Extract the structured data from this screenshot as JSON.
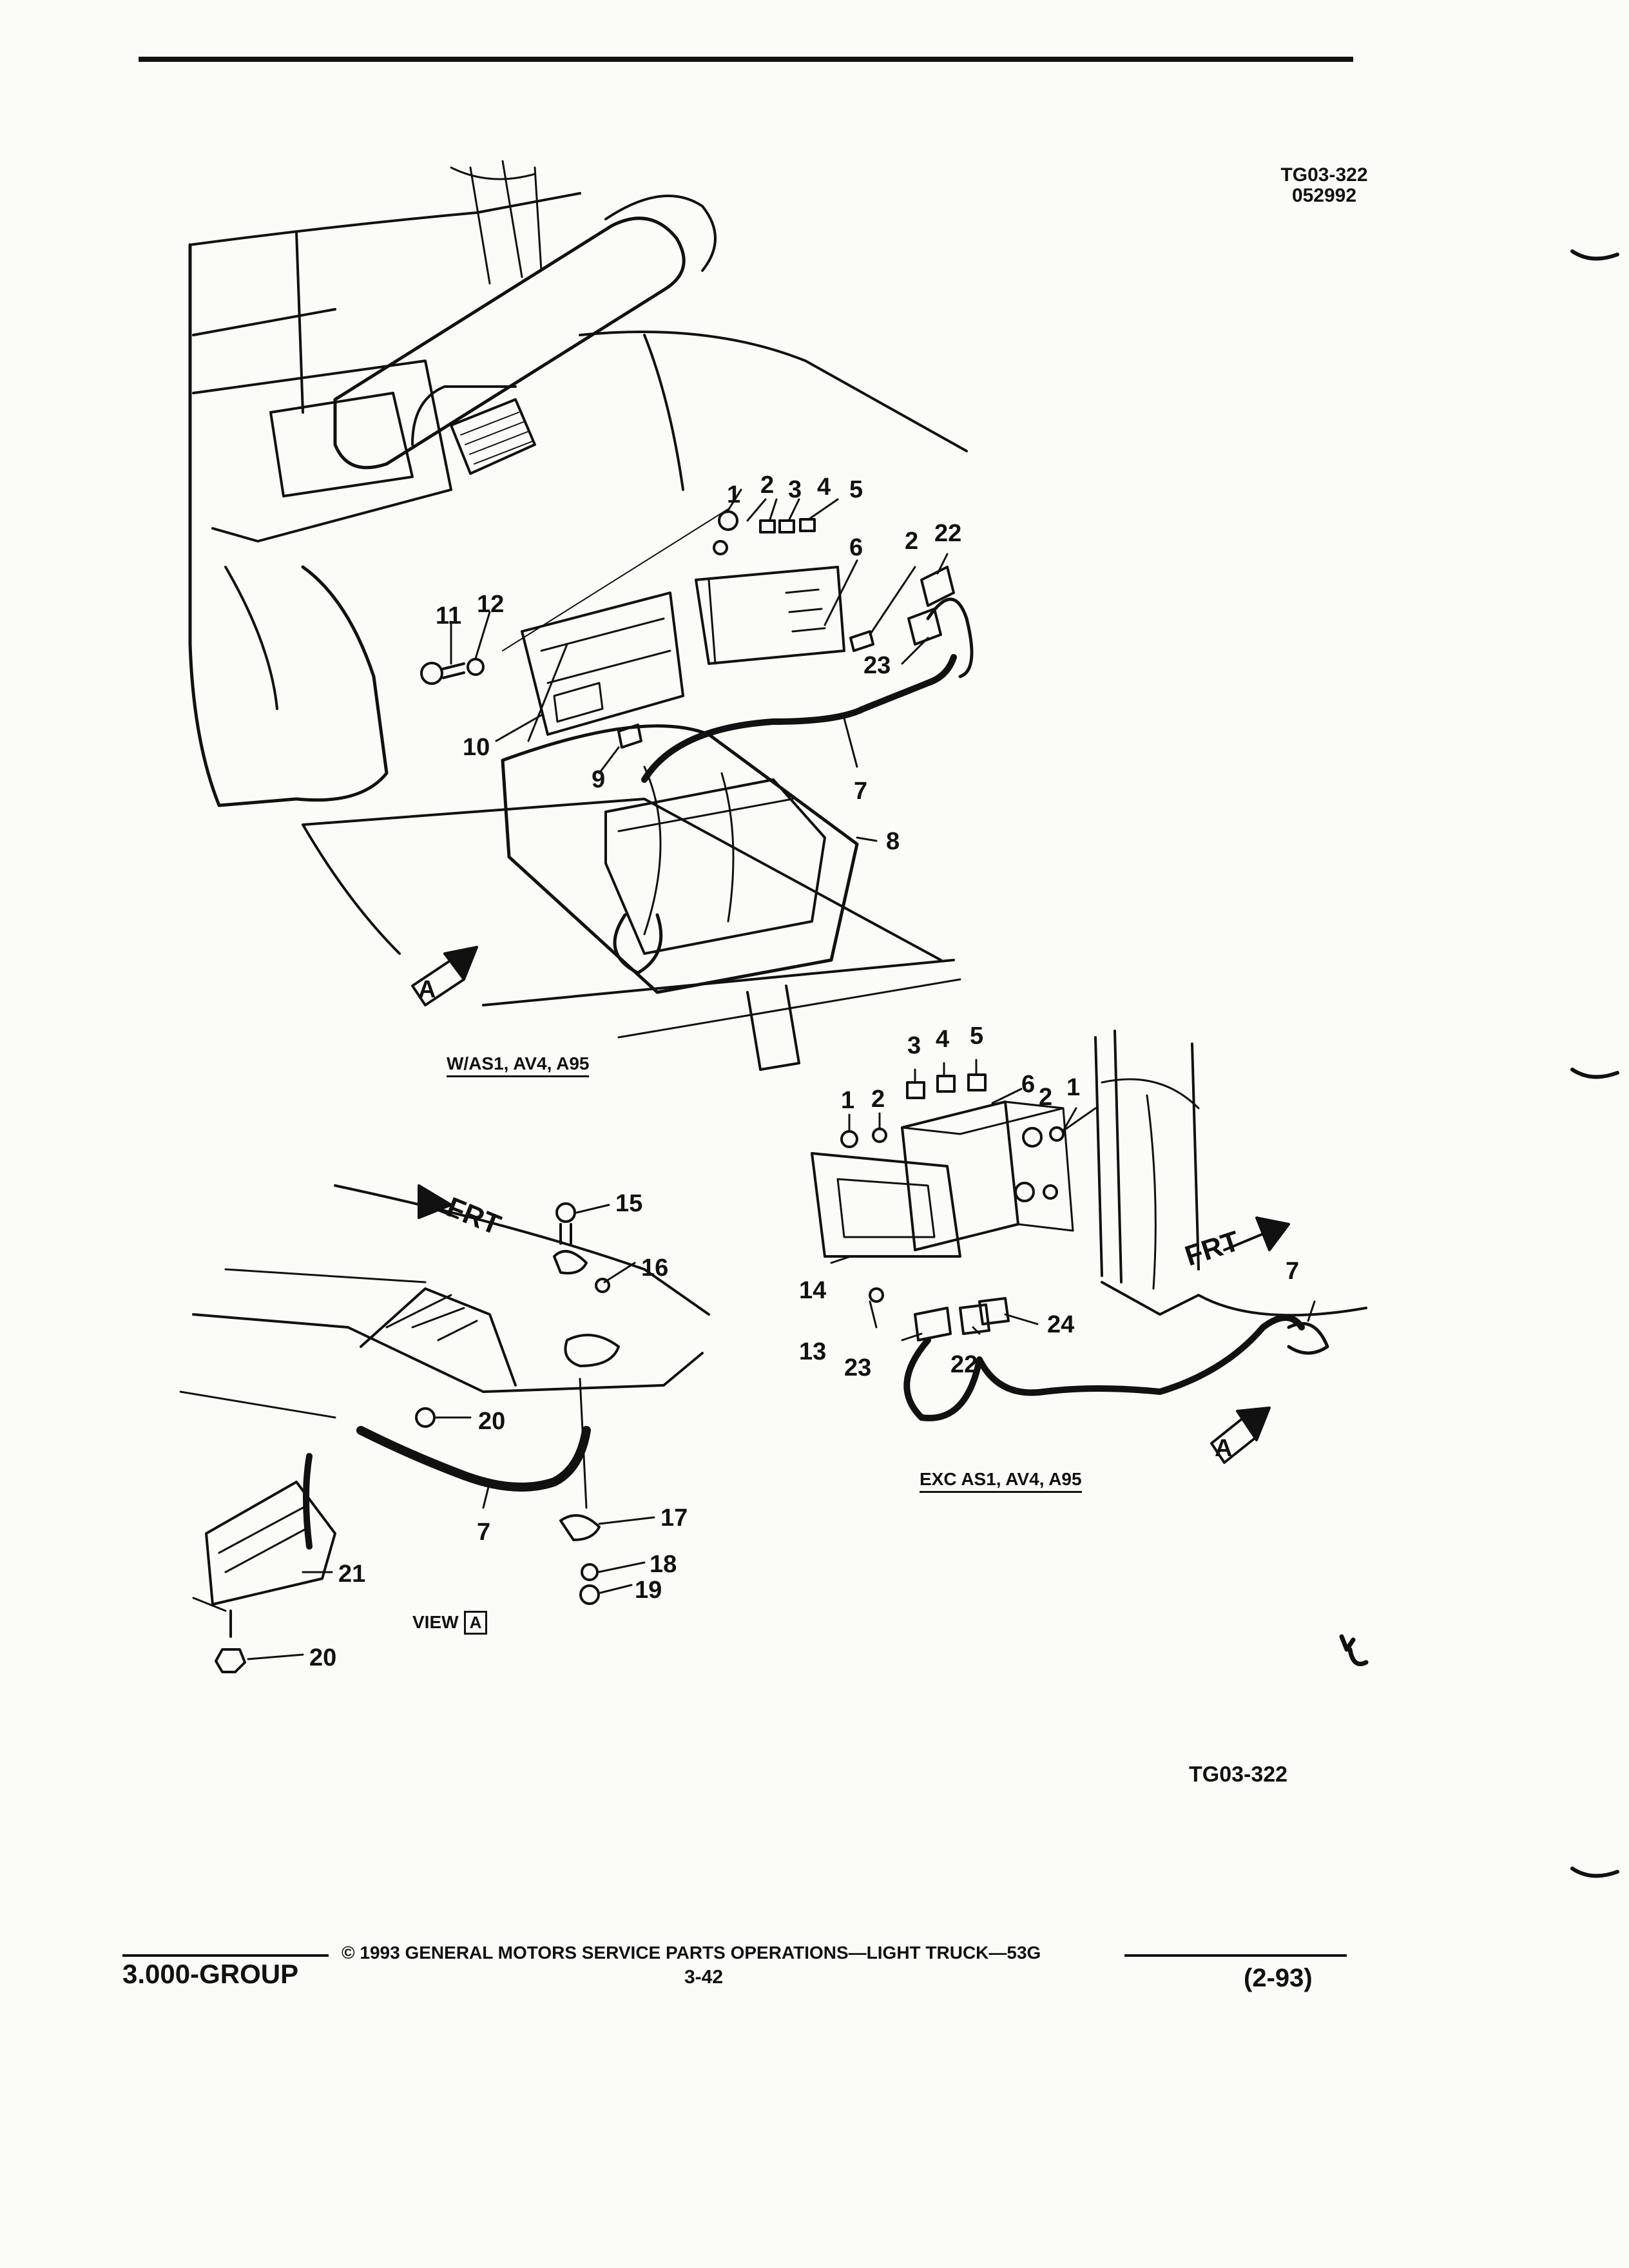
{
  "header": {
    "drawing_ref": "TG03-322",
    "drawing_date": "052992"
  },
  "captions": {
    "left_view": "W/AS1, AV4, A95",
    "right_view": "EXC AS1, AV4, A95",
    "view_label": "VIEW",
    "view_letter": "A",
    "bottom_ref": "TG03-322"
  },
  "direction_labels": {
    "front": "FRT",
    "view_marker": "A"
  },
  "callouts": {
    "top": [
      "1",
      "2",
      "3",
      "4",
      "5",
      "6",
      "2",
      "22",
      "11",
      "12",
      "23",
      "10",
      "9",
      "7",
      "8"
    ],
    "right": [
      "3",
      "4",
      "5",
      "1",
      "2",
      "6",
      "2",
      "1",
      "14",
      "13",
      "23",
      "22",
      "24",
      "7"
    ],
    "left": [
      "15",
      "16",
      "20",
      "7",
      "17",
      "21",
      "18",
      "19",
      "20"
    ]
  },
  "footer": {
    "group": "3.000-GROUP",
    "copyright": "© 1993 GENERAL MOTORS SERVICE PARTS OPERATIONS—LIGHT TRUCK—53G",
    "page": "3-42",
    "date": "(2-93)"
  }
}
